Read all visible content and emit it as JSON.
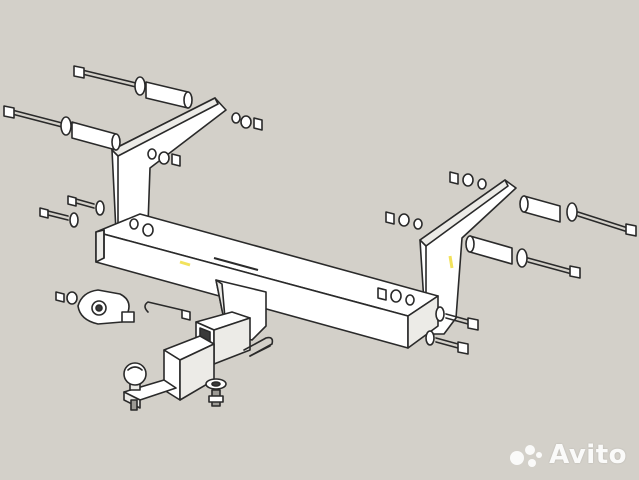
{
  "watermark": {
    "text": "Avito",
    "logo": "avito-dots-logo",
    "color": "#ffffff"
  },
  "diagram": {
    "subject": "tow-bar-exploded-view",
    "background_color": "#d3d0c9",
    "line_color": "#2a2a2a",
    "accent_color": "#f2e25c"
  }
}
